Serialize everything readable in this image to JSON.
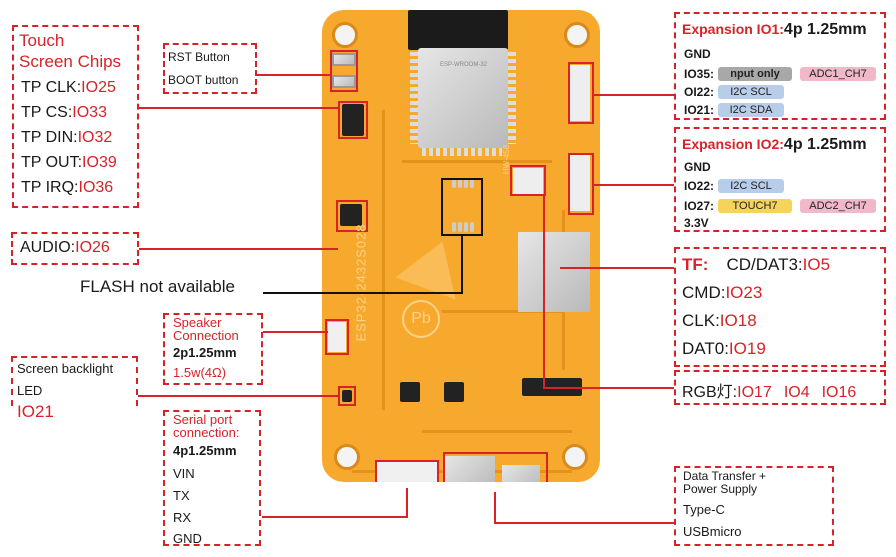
{
  "colors": {
    "accent_red": "#d8222a",
    "board_orange": "#f7a92e",
    "tag_gray": "#a8a8a8",
    "tag_pink": "#f0b8c8",
    "tag_blue": "#b8cdea",
    "tag_yellow": "#f6d35a"
  },
  "board": {
    "silkscreen_label": "ESP32-2432S028",
    "module_label": "ESP-WROOM-32",
    "inductor_label": "HW-458"
  },
  "touch": {
    "title_line1": "Touch",
    "title_line2": "Screen Chips",
    "pins": [
      {
        "label": "TP CLK:",
        "io": "IO25"
      },
      {
        "label": "TP CS:",
        "io": "IO33"
      },
      {
        "label": "TP DIN:",
        "io": "IO32"
      },
      {
        "label": "TP OUT:",
        "io": "IO39"
      },
      {
        "label": "TP IRQ:",
        "io": "IO36"
      }
    ]
  },
  "buttons": {
    "rst": "RST Button",
    "boot": "BOOT button"
  },
  "audio": {
    "label": "AUDIO:",
    "io": "IO26"
  },
  "flash": {
    "label": "FLASH not available"
  },
  "speaker": {
    "title_line1": "Speaker",
    "title_line2": "Connection",
    "connector": "2p1.25mm",
    "power": "1.5w(4Ω)"
  },
  "backlight": {
    "line1": "Screen backlight",
    "line2": "LED",
    "io": "IO21"
  },
  "serial": {
    "title_line1": "Serial port",
    "title_line2": "connection:",
    "connector": "4p1.25mm",
    "pins": [
      "VIN",
      "TX",
      "RX",
      "GND"
    ]
  },
  "exp1": {
    "title": "Expansion IO1:",
    "spec": "4p 1.25mm",
    "rows": [
      {
        "pin": "GND",
        "tags": []
      },
      {
        "pin": "IO35:",
        "tags": [
          {
            "text": "nput only",
            "style": "gray"
          },
          {
            "text": "ADC1_CH7",
            "style": "pink"
          }
        ]
      },
      {
        "pin": "OI22:",
        "tags": [
          {
            "text": "I2C SCL",
            "style": "blue"
          }
        ]
      },
      {
        "pin": "IO21:",
        "tags": [
          {
            "text": "I2C SDA",
            "style": "blue"
          }
        ]
      }
    ]
  },
  "exp2": {
    "title": "Expansion IO2:",
    "spec": "4p 1.25mm",
    "rows": [
      {
        "pin": "GND",
        "tags": []
      },
      {
        "pin": "IO22:",
        "tags": [
          {
            "text": "I2C SCL",
            "style": "blue"
          }
        ]
      },
      {
        "pin": "IO27:",
        "tags": [
          {
            "text": "TOUCH7",
            "style": "yellow"
          },
          {
            "text": "ADC2_CH7",
            "style": "pink"
          }
        ]
      },
      {
        "pin": "3.3V",
        "tags": []
      }
    ]
  },
  "tf": {
    "title": "TF:",
    "rows": [
      {
        "label": "CD/DAT3:",
        "io": "IO5"
      },
      {
        "label": "CMD:",
        "io": "IO23"
      },
      {
        "label": "CLK:",
        "io": "IO18"
      },
      {
        "label": "DAT0:",
        "io": "IO19"
      }
    ]
  },
  "rgb": {
    "label": "RGB灯:",
    "ios": [
      "IO17",
      "IO4",
      "IO16"
    ]
  },
  "usb": {
    "line1": "Data Transfer +",
    "line2": "Power Supply",
    "line3": "Type-C",
    "line4": "USBmicro"
  }
}
